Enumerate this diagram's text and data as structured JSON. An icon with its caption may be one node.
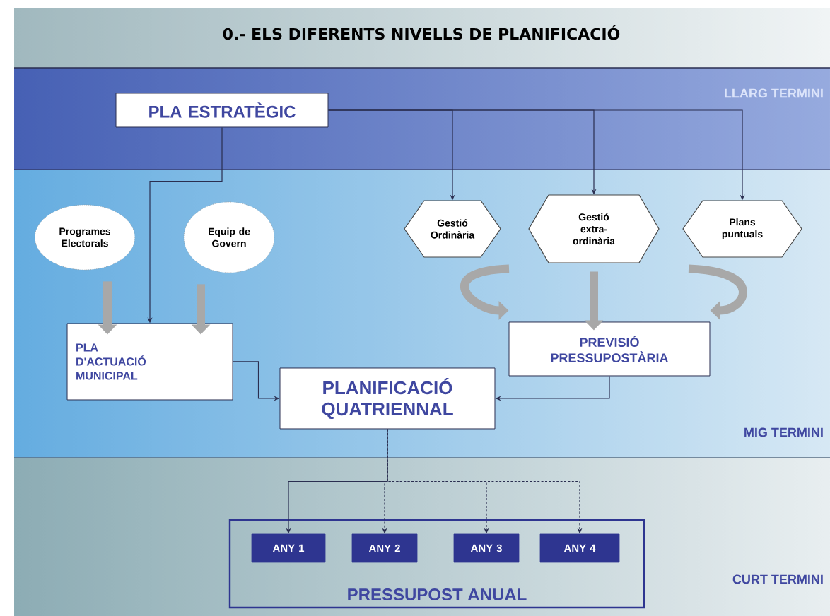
{
  "diagram": {
    "title": "0.- ELS DIFERENTS NIVELLS DE PLANIFICACIÓ",
    "nodes": [
      {
        "text": [
          "PLA ESTRATÈGIC"
        ]
      },
      {
        "text": [
          "Programes Electorals"
        ]
      },
      {
        "text": [
          "Equip de Govern"
        ]
      },
      {
        "text": [
          "Gestió Ordinària"
        ]
      },
      {
        "text": [
          "Gestió extra-ordinària"
        ]
      },
      {
        "text": [
          "Plans puntuals"
        ]
      },
      {
        "text": [
          "PLA D'ACTUACIÓ MUNICIPAL"
        ]
      },
      {
        "text": [
          "PREVISIÓ PRESSUPOSTÀRIA"
        ]
      },
      {
        "text": [
          "PLANIFICACIÓ QUATRIENNAL"
        ]
      },
      {
        "text": [
          "PRESSUPOST ANUAL"
        ]
      },
      {
        "text": [
          "ANY 1"
        ],
        "in": 9
      },
      {
        "text": [
          "ANY 2"
        ],
        "in": 9
      },
      {
        "text": [
          "ANY 3"
        ],
        "in": 9
      },
      {
        "text": [
          "ANY 4"
        ],
        "in": 9
      }
    ],
    "edges": [
      {
        "from": 0,
        "to": 3,
        "arrow": "to"
      },
      {
        "from": 0,
        "to": 4,
        "arrow": "to"
      },
      {
        "from": 0,
        "to": 5,
        "arrow": "to"
      },
      {
        "from": 0,
        "to": 6,
        "arrow": "to"
      },
      {
        "from": 1,
        "to": 6,
        "arrow": "to",
        "style": "thick",
        "color": "#a8a8a8"
      },
      {
        "from": 2,
        "to": 6,
        "arrow": "to",
        "style": "thick",
        "color": "#a8a8a8"
      },
      {
        "from": 3,
        "to": 7,
        "arrow": "to",
        "style": "thick",
        "color": "#a8a8a8"
      },
      {
        "from": 4,
        "to": 7,
        "arrow": "to",
        "style": "thick",
        "color": "#a8a8a8"
      },
      {
        "from": 5,
        "to": 7,
        "arrow": "to",
        "style": "thick",
        "color": "#a8a8a8"
      },
      {
        "from": 6,
        "to": 8,
        "arrow": "to"
      },
      {
        "from": 7,
        "to": 8,
        "arrow": "to"
      },
      {
        "from": 8,
        "to": 10,
        "arrow": "to"
      },
      {
        "from": 8,
        "to": 11,
        "arrow": "to",
        "style": "dashed"
      },
      {
        "from": 8,
        "to": 12,
        "arrow": "to",
        "style": "dashed"
      },
      {
        "from": 8,
        "to": 13,
        "arrow": "to",
        "style": "dashed"
      }
    ],
    "labels": [
      "LLARG TERMINI",
      "MIG TERMINI",
      "CURT TERMINI"
    ]
  }
}
